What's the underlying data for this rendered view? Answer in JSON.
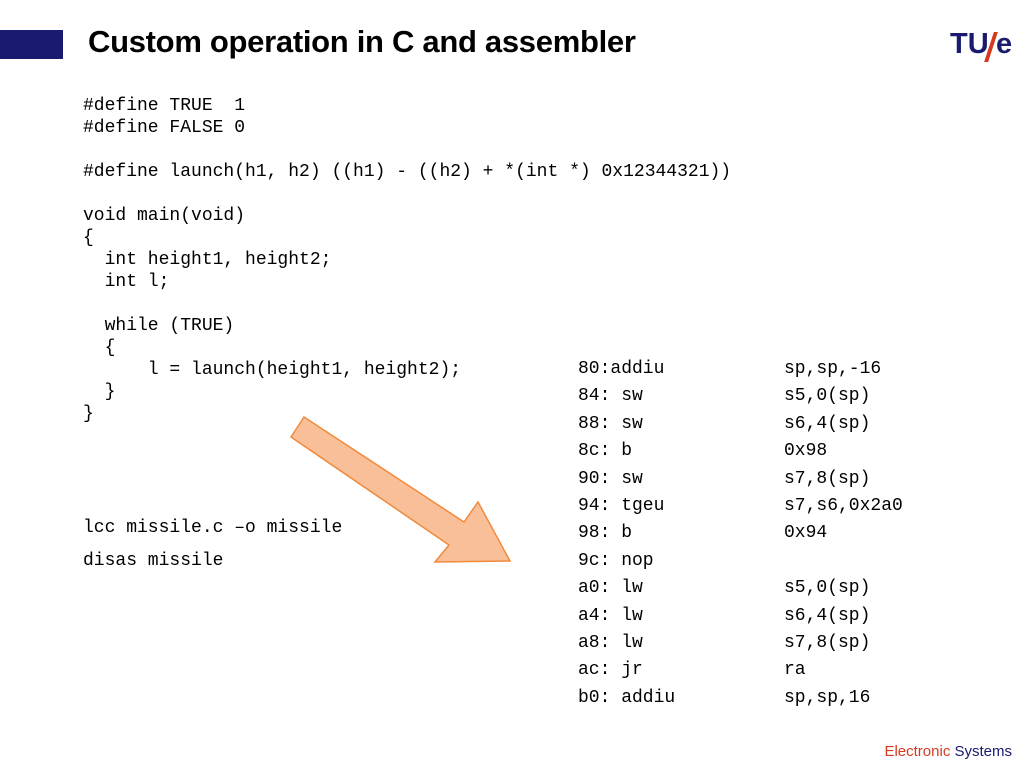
{
  "slide": {
    "title": "Custom operation in C and assembler"
  },
  "logo": {
    "text_tu": "TU",
    "text_e": "e",
    "colors": {
      "primary": "#1a1a6e",
      "slash": "#d53a1f"
    }
  },
  "code": {
    "c_source": "#define TRUE  1\n#define FALSE 0\n\n#define launch(h1, h2) ((h1) - ((h2) + *(int *) 0x12344321))\n\nvoid main(void)\n{\n  int height1, height2;\n  int l;\n\n  while (TRUE)\n  {\n      l = launch(height1, height2);\n  }\n}",
    "compile_cmd": "lcc missile.c –o missile",
    "disas_cmd": "disas missile"
  },
  "asm": {
    "rows": [
      {
        "addr": "80:addiu",
        "ops": "sp,sp,-16"
      },
      {
        "addr": "84: sw",
        "ops": "s5,0(sp)"
      },
      {
        "addr": "88: sw",
        "ops": "s6,4(sp)"
      },
      {
        "addr": "8c: b",
        "ops": "0x98"
      },
      {
        "addr": "90: sw",
        "ops": "s7,8(sp)"
      },
      {
        "addr": "94: tgeu",
        "ops": "s7,s6,0x2a0"
      },
      {
        "addr": "98: b",
        "ops": "0x94"
      },
      {
        "addr": "9c: nop",
        "ops": ""
      },
      {
        "addr": "a0: lw",
        "ops": "s5,0(sp)"
      },
      {
        "addr": "a4: lw",
        "ops": "s6,4(sp)"
      },
      {
        "addr": "a8: lw",
        "ops": "s7,8(sp)"
      },
      {
        "addr": "ac: jr",
        "ops": "ra"
      },
      {
        "addr": "b0: addiu",
        "ops": "sp,sp,16"
      }
    ]
  },
  "footer": {
    "word1": "Electronic",
    "word2": "Systems",
    "colors": {
      "word1": "#d53a1f",
      "word2": "#1a1a6e"
    }
  },
  "arrow": {
    "icon": "arrow-down-right-icon",
    "fill": "#f9bf98",
    "stroke": "#f08a3c"
  }
}
